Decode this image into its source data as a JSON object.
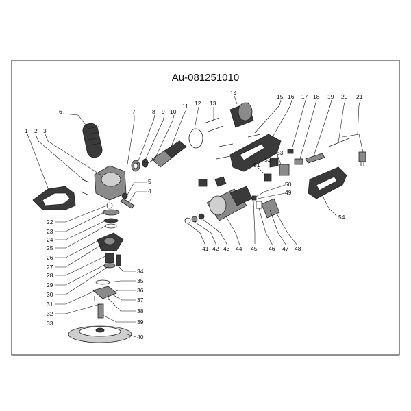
{
  "drawing": {
    "code": "Au-081251010",
    "labels": [
      "1",
      "2",
      "3",
      "4",
      "5",
      "6",
      "7",
      "8",
      "9",
      "10",
      "11",
      "12",
      "13",
      "14",
      "15",
      "16",
      "17",
      "18",
      "19",
      "20",
      "21",
      "22",
      "23",
      "24",
      "25",
      "26",
      "27",
      "28",
      "29",
      "30",
      "31",
      "32",
      "33",
      "34",
      "35",
      "36",
      "37",
      "38",
      "39",
      "40",
      "41",
      "42",
      "43",
      "44",
      "45",
      "46",
      "47",
      "48",
      "49",
      "50",
      "51",
      "52",
      "53",
      "54"
    ]
  },
  "colors": {
    "ink": "#111111",
    "body": "#3a3a3a",
    "metal": "#8a8a8a",
    "paper": "#ffffff"
  }
}
